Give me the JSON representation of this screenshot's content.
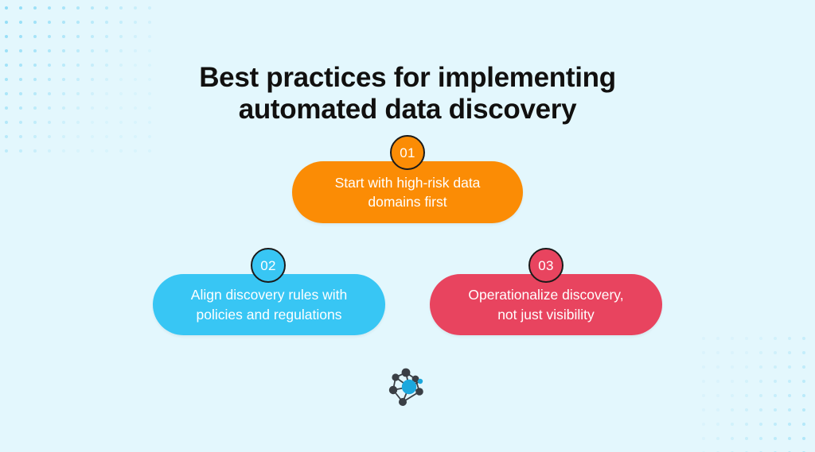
{
  "page": {
    "background_color": "#e3f7fd",
    "title_color": "#11100f",
    "title_lines": [
      "Best practices for implementing",
      "automated data discovery"
    ],
    "title_text": "Best practices for implementing automated data discovery"
  },
  "decor": {
    "dot_color": "#8fdcf6",
    "top_left_pattern": "dot-grid",
    "bottom_right_pattern": "dot-grid"
  },
  "cards": [
    {
      "number": "01",
      "text": "Start with high-risk data\ndomains first",
      "color": "#fb8c05",
      "badge_border_color": "#1a1a1a",
      "text_color": "#ffffff"
    },
    {
      "number": "02",
      "text": "Align discovery rules with\npolicies and regulations",
      "color": "#38c6f4",
      "badge_border_color": "#1a1a1a",
      "text_color": "#ffffff"
    },
    {
      "number": "03",
      "text": "Operationalize discovery,\nnot just visibility",
      "color": "#e8445f",
      "badge_border_color": "#1a1a1a",
      "text_color": "#ffffff"
    }
  ],
  "logo": {
    "name": "network-graph-logo",
    "node_color": "#3a3f45",
    "accent_color": "#1ca8dd"
  }
}
